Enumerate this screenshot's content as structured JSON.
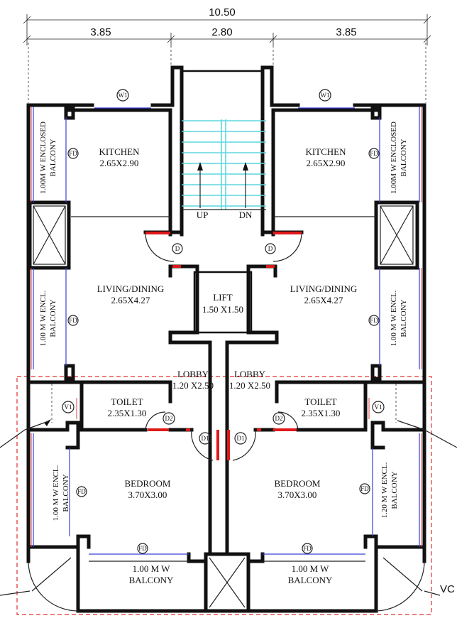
{
  "dimensions": {
    "overall": "10.50",
    "left": "3.85",
    "middle": "2.80",
    "right": "3.85"
  },
  "rooms": {
    "kitchen_left": {
      "name": "KITCHEN",
      "size": "2.65X2.90"
    },
    "kitchen_right": {
      "name": "KITCHEN",
      "size": "2.65X2.90"
    },
    "living_left": {
      "name": "LIVING/DINING",
      "size": "2.65X4.27"
    },
    "living_right": {
      "name": "LIVING/DINING",
      "size": "2.65X4.27"
    },
    "lift": {
      "name": "LIFT",
      "size": "1.50 X1.50"
    },
    "lobby_left": {
      "name": "LOBBY",
      "size": "1.20 X2.50"
    },
    "lobby_right": {
      "name": "LOBBY",
      "size": "1.20 X2.50"
    },
    "toilet_left": {
      "name": "TOILET",
      "size": "2.35X1.30"
    },
    "toilet_right": {
      "name": "TOILET",
      "size": "2.35X1.30"
    },
    "bedroom_left": {
      "name": "BEDROOM",
      "size": "3.70X3.00"
    },
    "bedroom_right": {
      "name": "BEDROOM",
      "size": "3.70X3.00"
    }
  },
  "balconies": {
    "top_left": {
      "line1": "1.00M W ENCLOSED",
      "line2": "BALCONY"
    },
    "top_right": {
      "line1": "1.00M W ENCLOSED",
      "line2": "BALCONY"
    },
    "mid_left": {
      "line1": "1.00 M W ENCL.",
      "line2": "BALCONY"
    },
    "mid_right": {
      "line1": "1.00 M W ENCL.",
      "line2": "BALCONY"
    },
    "low_left": {
      "line1": "1.00 M W ENCL.",
      "line2": "BALCONY"
    },
    "low_right": {
      "line1": "1.20 M W ENCL.",
      "line2": "BALCONY"
    },
    "bottom_left": {
      "line1": "1.00 M W",
      "line2": "BALCONY"
    },
    "bottom_right": {
      "line1": "1.00 M W",
      "line2": "BALCONY"
    }
  },
  "stairs": {
    "up": "UP",
    "down": "DN"
  },
  "tags": {
    "window": "W1",
    "ventilator": "V1",
    "french_door": "FD",
    "door": "D",
    "door_main": "D1",
    "door_toilet": "D2"
  },
  "edge_text": {
    "bottom_right": "VC"
  }
}
